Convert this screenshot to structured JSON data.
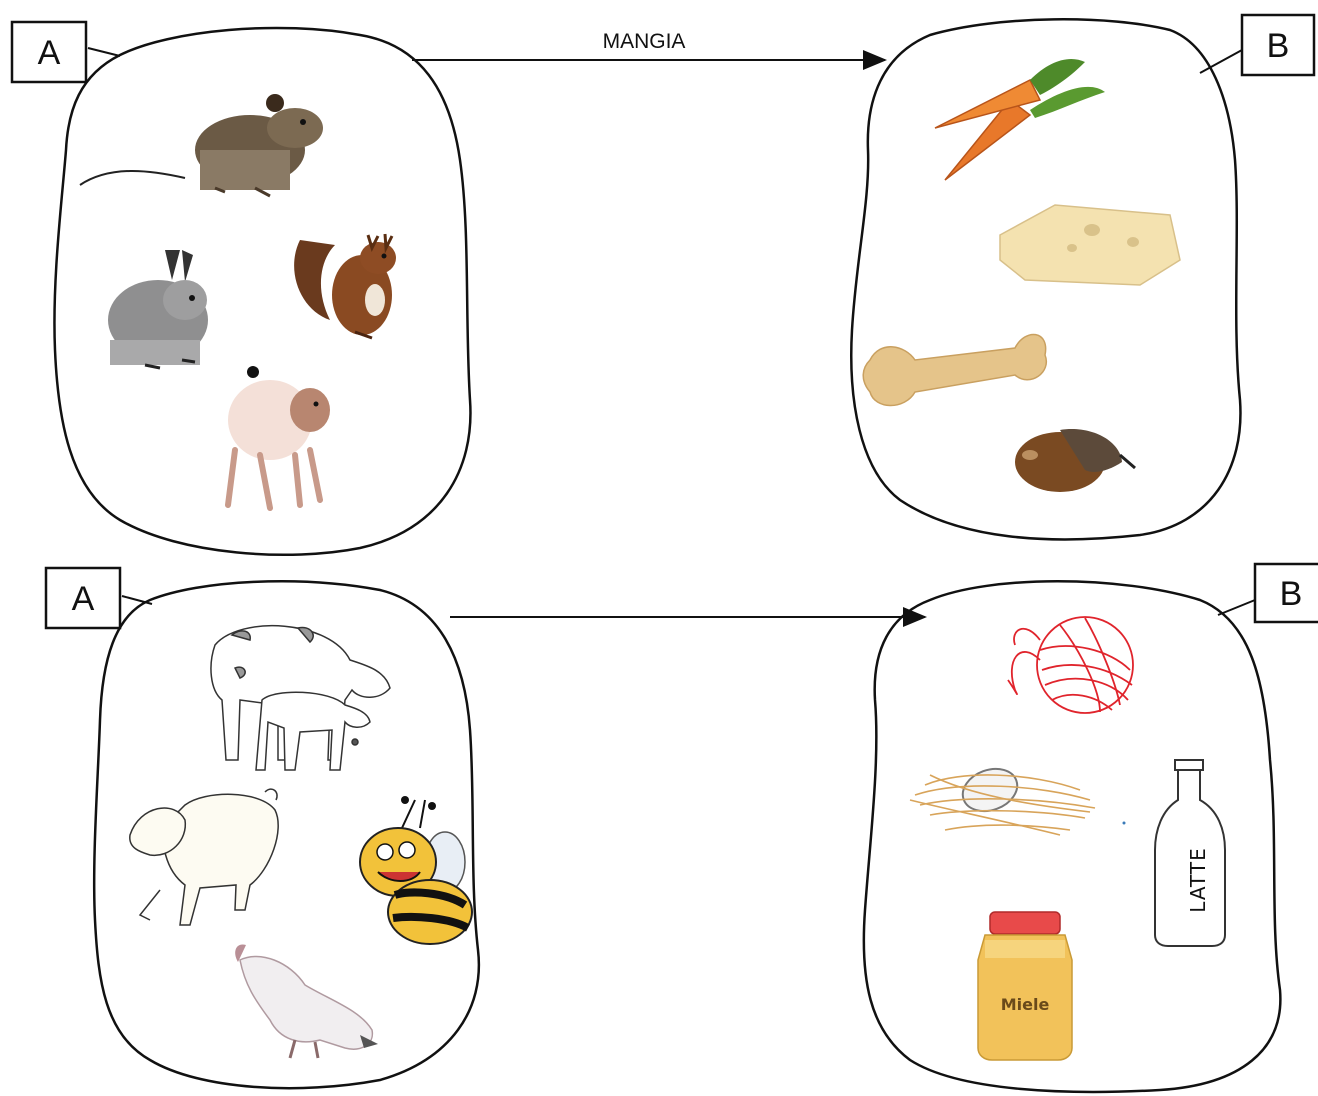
{
  "top": {
    "left_box_label": "A",
    "right_box_label": "B",
    "arrow_label": "MANGIA",
    "left_items": [
      "mouse-icon",
      "rabbit-icon",
      "squirrel-icon",
      "dog-icon"
    ],
    "right_items": [
      "carrots-icon",
      "cheese-icon",
      "bone-icon",
      "acorn-icon"
    ]
  },
  "bottom": {
    "left_box_label": "A",
    "right_box_label": "B",
    "left_items": [
      "cow-and-calf-icon",
      "lamb-icon",
      "bee-icon",
      "hen-icon"
    ],
    "right_items": [
      "wool-ball-icon",
      "egg-in-nest-icon",
      "milk-bottle-icon",
      "honey-jar-icon"
    ],
    "bottle_label": "LATTE",
    "jar_label": "Miele"
  },
  "colors": {
    "outline": "#111111",
    "carrot": "#e8782a",
    "cheese": "#f4e2b0",
    "wool": "#e0242c",
    "honey": "#f2c25a"
  }
}
